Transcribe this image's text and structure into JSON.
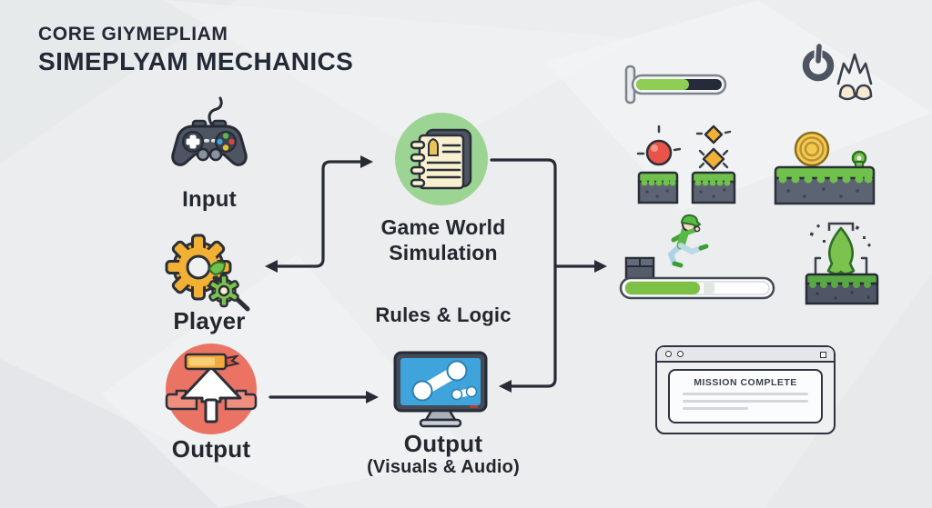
{
  "title": {
    "line1": "CORE GIYMEPLIAM",
    "line2": "SIMEPLYAM MECHANICS"
  },
  "flow": {
    "input": {
      "label": "Input",
      "icon": "gamepad-icon"
    },
    "player": {
      "label": "Player",
      "icon": "gear-wrench-icon"
    },
    "output_left": {
      "label": "Output",
      "icon": "emitter-icon"
    },
    "game_world": {
      "line1": "Game World",
      "line2": "Simulation",
      "icon": "notebook-icon"
    },
    "rules": {
      "label": "Rules & Logic"
    },
    "output_av": {
      "label": "Output",
      "sublabel": "(Visuals & Audio)",
      "icon": "monitor-share-icon"
    }
  },
  "showcase": {
    "popup_title": "MISSION COMPLETE",
    "health_bar_fill_percent": 62,
    "progress_bar_fill_percent": 52,
    "icons": [
      "health-bar-icon",
      "power-icon",
      "crown-eggs-icon",
      "powerup-orb-platform-icon",
      "gems-platform-icon",
      "coin-platform-icon",
      "crate-icon",
      "runner-icon",
      "progress-bar-icon",
      "level-up-block-icon",
      "mission-window"
    ]
  },
  "colors": {
    "background": "#ebedee",
    "ink": "#262b35",
    "title_text": "#232936",
    "green_accent": "#7cc143",
    "green_circle": "#9cd494",
    "gear_orange": "#f2b135",
    "emitter_red": "#ea7364",
    "screen_blue": "#3fa3dc",
    "grass_green": "#6fc14b",
    "dirt_gray": "#5c6372",
    "coin_gold": "#f5ca4c"
  }
}
